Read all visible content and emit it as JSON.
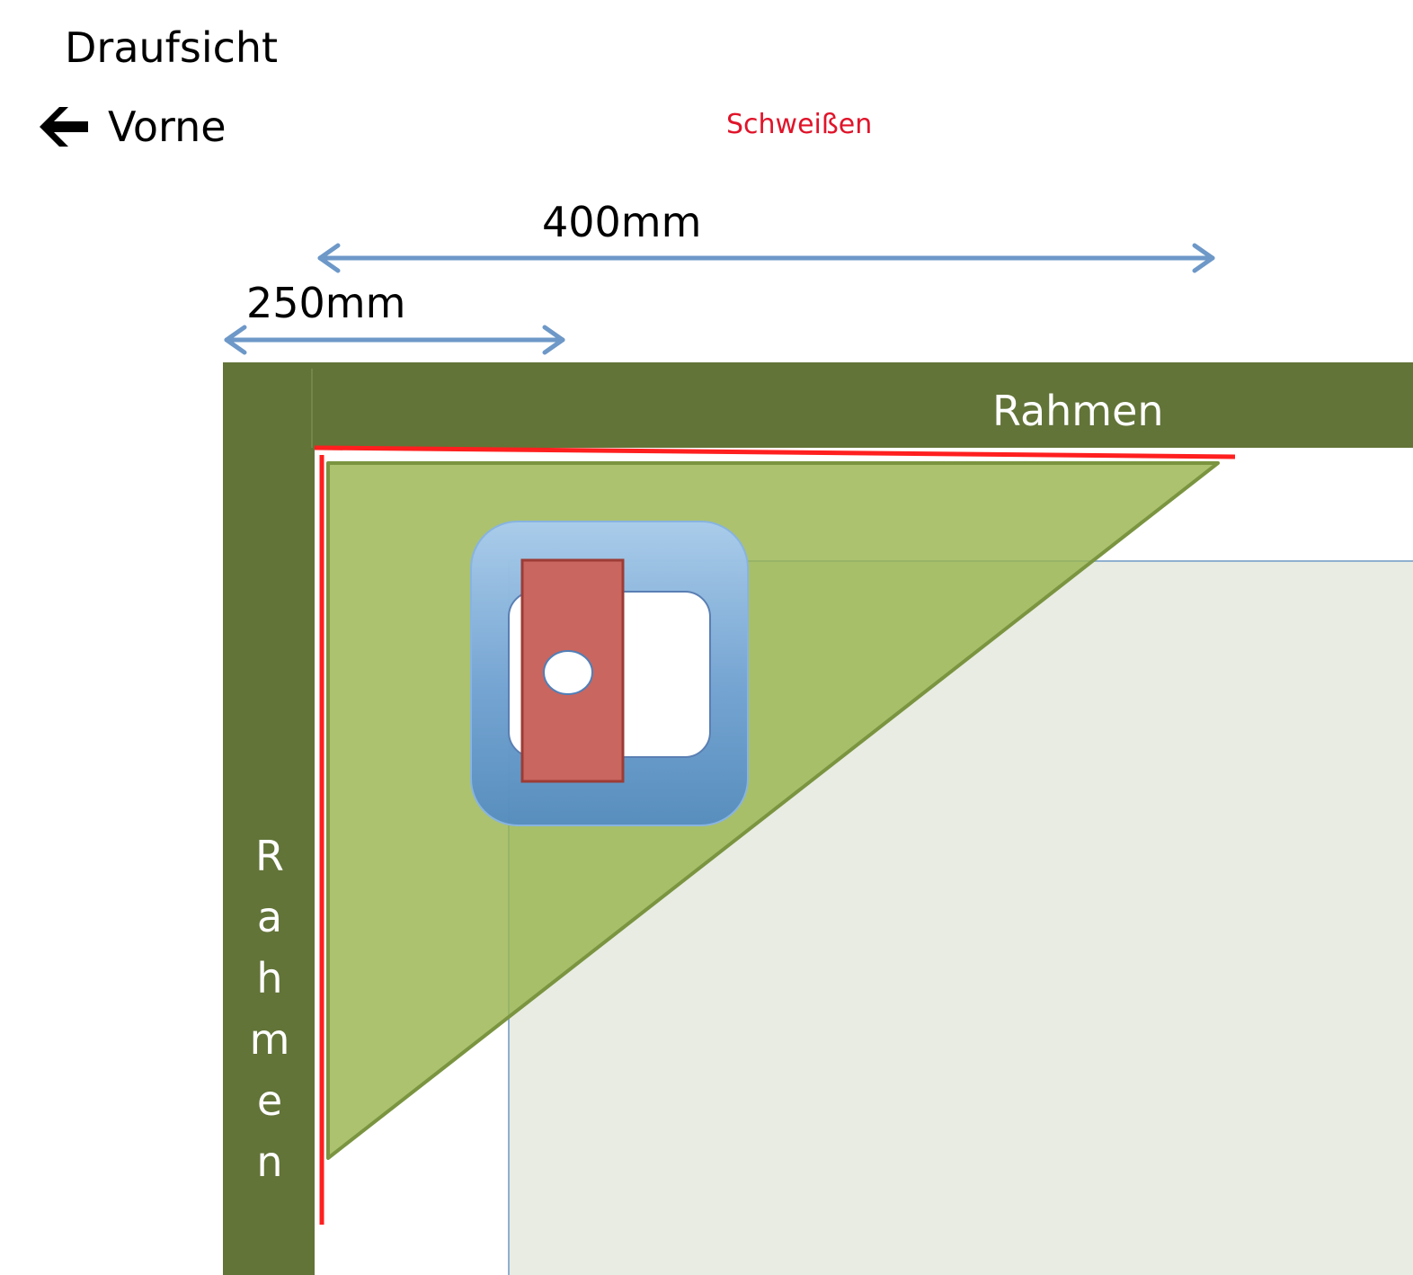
{
  "title": "Draufsicht",
  "front": {
    "label": "Vorne",
    "icon": "arrow-left-icon"
  },
  "weld": {
    "label": "Schweißen",
    "color": "#e0142a"
  },
  "dimensions": {
    "outer": {
      "label": "400mm",
      "value_mm": 400
    },
    "inner": {
      "label": "250mm",
      "value_mm": 250
    }
  },
  "frame": {
    "top_label": "Rahmen",
    "left_label": "Rahmen",
    "color": "#627438"
  },
  "colors": {
    "gusset": "#a6bd66",
    "dimension_arrow": "#6d98c8",
    "plate": "#e8ece2",
    "block": "#c9665f",
    "mount": "#6ea8e8"
  }
}
